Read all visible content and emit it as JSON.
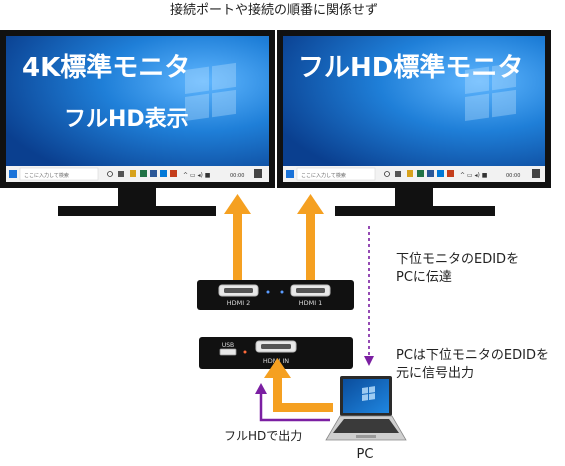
{
  "caption": "接続ポートや接続の順番に関係せず",
  "monitors": {
    "left": {
      "title": "4K標準モニタ",
      "subtitle": "フルHD表示",
      "search_placeholder": "ここに入力して検索"
    },
    "right": {
      "title": "フルHD標準モニタ",
      "search_placeholder": "ここに入力して検索"
    }
  },
  "splitter": {
    "port_hdmi2": "HDMI 2",
    "port_hdmi1": "HDMI 1",
    "port_usb": "USB",
    "port_hdmi_in": "HDMI IN"
  },
  "notes": {
    "edid_pass_line1": "下位モニタのEDIDを",
    "edid_pass_line2": "PCに伝達",
    "pc_output_line1": "PCは下位モニタのEDIDを",
    "pc_output_line2": "元に信号出力",
    "fullhd_output": "フルHDで出力"
  },
  "pc_label": "PC",
  "colors": {
    "arrow_orange": "#f5a021",
    "arrow_purple": "#7b1fa2",
    "desktop_blue": "#1f7fd8",
    "bezel": "#111111",
    "title_text": "#ffffff"
  }
}
